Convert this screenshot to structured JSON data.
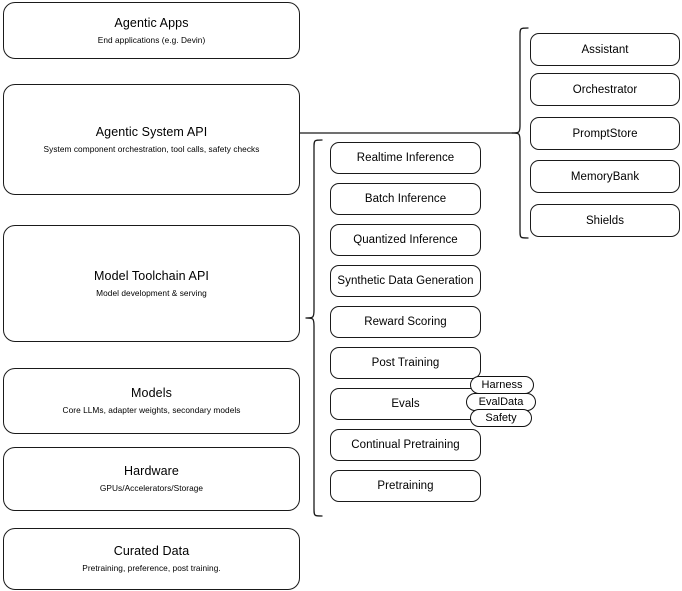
{
  "diagram": {
    "title": "Llama Stack architecture layers",
    "stroke_color": "#1a1a1a",
    "background_color": "#ffffff"
  },
  "left_stack": {
    "name": "platform-layers",
    "layers": [
      {
        "id": "agentic-apps",
        "title": "Agentic Apps",
        "subtitle": "End applications (e.g. Devin)"
      },
      {
        "id": "agentic-system-api",
        "title": "Agentic System API",
        "subtitle": "System component orchestration, tool calls, safety checks"
      },
      {
        "id": "model-toolchain-api",
        "title": "Model Toolchain API",
        "subtitle": "Model development & serving"
      },
      {
        "id": "models",
        "title": "Models",
        "subtitle": "Core LLMs, adapter weights, secondary models"
      },
      {
        "id": "hardware",
        "title": "Hardware",
        "subtitle": "GPUs/Accelerators/Storage"
      },
      {
        "id": "curated-data",
        "title": "Curated Data",
        "subtitle": "Pretraining, preference, post training."
      }
    ]
  },
  "toolchain_column": {
    "name": "model-toolchain-capabilities",
    "connected_to": "model-toolchain-api",
    "items": [
      {
        "id": "realtime-inference",
        "label": "Realtime Inference"
      },
      {
        "id": "batch-inference",
        "label": "Batch Inference"
      },
      {
        "id": "quantized-inference",
        "label": "Quantized Inference"
      },
      {
        "id": "synthetic-data-generation",
        "label": "Synthetic Data Generation"
      },
      {
        "id": "reward-scoring",
        "label": "Reward Scoring"
      },
      {
        "id": "post-training",
        "label": "Post Training"
      },
      {
        "id": "evals",
        "label": "Evals"
      },
      {
        "id": "continual-pretraining",
        "label": "Continual Pretraining"
      },
      {
        "id": "pretraining",
        "label": "Pretraining"
      }
    ]
  },
  "evals_tags": {
    "name": "evals-subcomponents",
    "attached_to": "evals",
    "items": [
      {
        "id": "harness",
        "label": "Harness"
      },
      {
        "id": "evaldata",
        "label": "EvalData"
      },
      {
        "id": "safety",
        "label": "Safety"
      }
    ]
  },
  "agentic_column": {
    "name": "agentic-system-components",
    "connected_to": "agentic-system-api",
    "items": [
      {
        "id": "assistant",
        "label": "Assistant"
      },
      {
        "id": "orchestrator",
        "label": "Orchestrator"
      },
      {
        "id": "promptstore",
        "label": "PromptStore"
      },
      {
        "id": "memorybank",
        "label": "MemoryBank"
      },
      {
        "id": "shields",
        "label": "Shields"
      }
    ]
  }
}
